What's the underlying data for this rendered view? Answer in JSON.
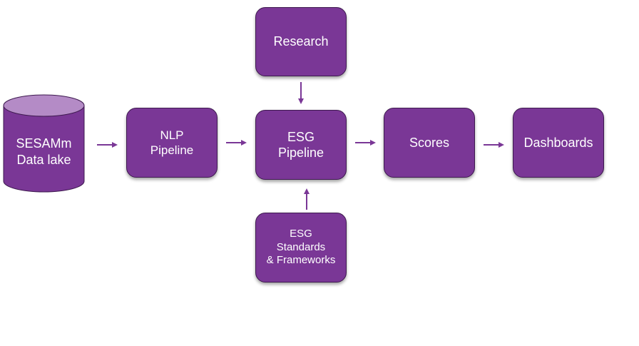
{
  "diagram": {
    "colors": {
      "node_fill": "#7a3796",
      "node_border": "#3e1a4f",
      "db_top": "#b48bc6",
      "arrow": "#7a3796",
      "text": "#ffffff"
    },
    "nodes": {
      "data_lake": {
        "line1": "SESAMm",
        "line2": "Data lake"
      },
      "nlp": {
        "line1": "NLP",
        "line2": "Pipeline"
      },
      "research": {
        "label": "Research"
      },
      "esg_pipeline": {
        "line1": "ESG",
        "line2": "Pipeline"
      },
      "esg_standards": {
        "line1": "ESG",
        "line2": "Standards",
        "line3": "& Frameworks"
      },
      "scores": {
        "label": "Scores"
      },
      "dashboards": {
        "label": "Dashboards"
      }
    },
    "edges": [
      {
        "from": "data_lake",
        "to": "nlp"
      },
      {
        "from": "nlp",
        "to": "esg_pipeline"
      },
      {
        "from": "research",
        "to": "esg_pipeline"
      },
      {
        "from": "esg_standards",
        "to": "esg_pipeline"
      },
      {
        "from": "esg_pipeline",
        "to": "scores"
      },
      {
        "from": "scores",
        "to": "dashboards"
      }
    ]
  }
}
